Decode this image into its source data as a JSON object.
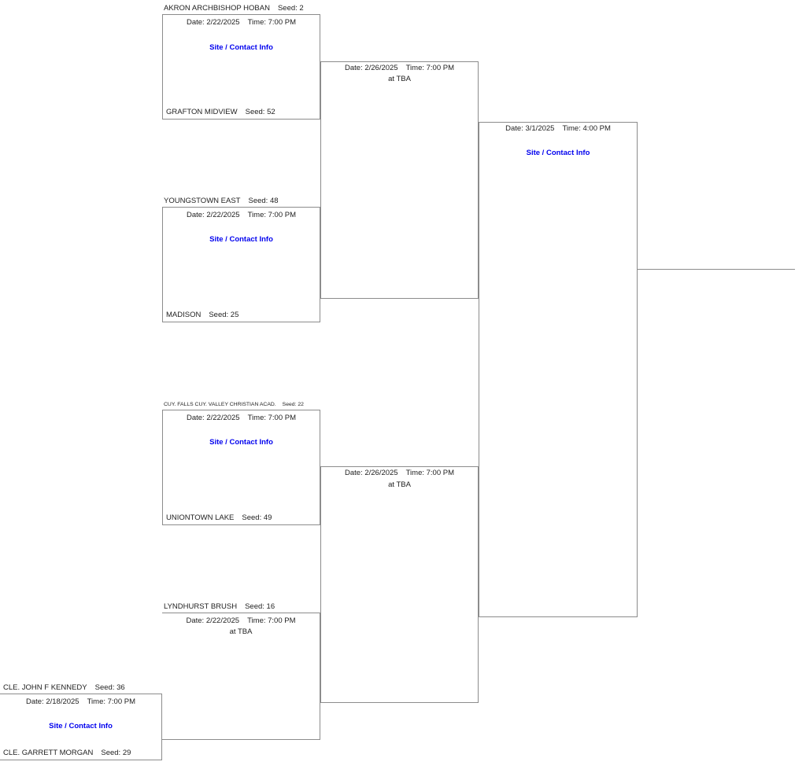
{
  "colors": {
    "link_blue": "#0000ee",
    "bracket_line_gray": "#8c8c8c",
    "text": "#222222",
    "background": "#ffffff"
  },
  "games": {
    "r1_g1": {
      "top_name": "AKRON ARCHBISHOP HOBAN",
      "top_seed": "Seed: 2",
      "bottom_name": "GRAFTON MIDVIEW",
      "bottom_seed": "Seed: 52",
      "date": "Date: 2/22/2025",
      "time": "Time: 7:00 PM",
      "link": "Site / Contact Info"
    },
    "r1_g2": {
      "top_name": "YOUNGSTOWN EAST",
      "top_seed": "Seed: 48",
      "bottom_name": "MADISON",
      "bottom_seed": "Seed: 25",
      "date": "Date: 2/22/2025",
      "time": "Time: 7:00 PM",
      "link": "Site / Contact Info"
    },
    "r1_g3": {
      "top_name": "CUY. FALLS CUY. VALLEY CHRISTIAN ACAD.",
      "top_seed": "Seed: 22",
      "bottom_name": "UNIONTOWN LAKE",
      "bottom_seed": "Seed: 49",
      "date": "Date: 2/22/2025",
      "time": "Time: 7:00 PM",
      "link": "Site / Contact Info"
    },
    "r1_g4": {
      "top_name": "LYNDHURST BRUSH",
      "top_seed": "Seed: 16",
      "date": "Date: 2/22/2025",
      "time": "Time: 7:00 PM",
      "venue": "at TBA"
    },
    "playin": {
      "top_name": "CLE. JOHN F KENNEDY",
      "top_seed": "Seed: 36",
      "bottom_name": "CLE. GARRETT MORGAN",
      "bottom_seed": "Seed: 29",
      "date": "Date: 2/18/2025",
      "time": "Time: 7:00 PM",
      "link": "Site / Contact Info"
    },
    "r2_g1": {
      "date": "Date: 2/26/2025",
      "time": "Time: 7:00 PM",
      "venue": "at TBA"
    },
    "r2_g2": {
      "date": "Date: 2/26/2025",
      "time": "Time: 7:00 PM",
      "venue": "at TBA"
    },
    "r3_g1": {
      "date": "Date: 3/1/2025",
      "time": "Time: 4:00 PM",
      "link": "Site / Contact Info"
    }
  }
}
